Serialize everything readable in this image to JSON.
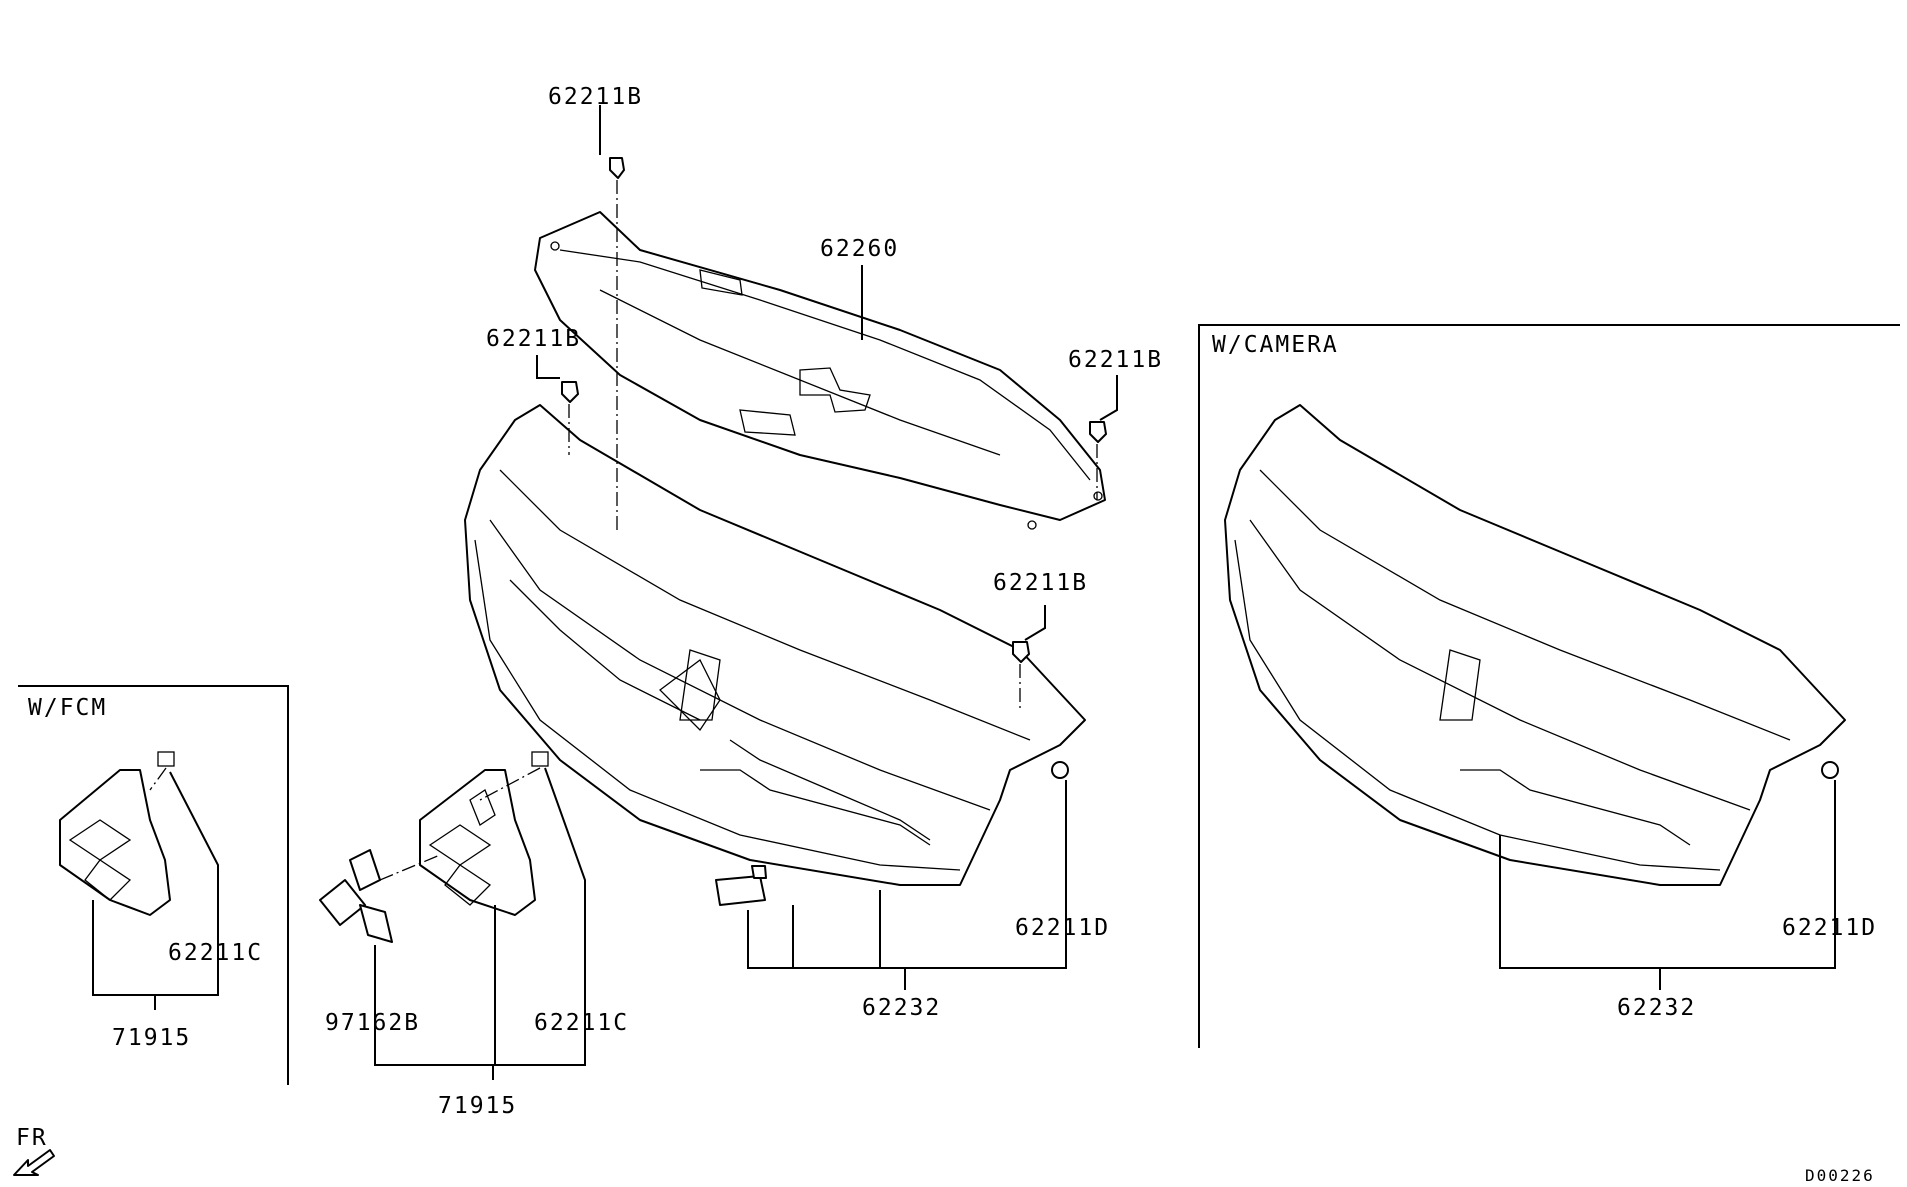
{
  "labels": {
    "clip_top": "62211B",
    "plate": "62260",
    "clip_left": "62211B",
    "clip_right_upper": "62211B",
    "clip_right_lower": "62211B",
    "camera_header": "W/CAMERA",
    "fcm_header": "W/FCM",
    "fcm_clip": "62211C",
    "fcm_emblem": "71915",
    "main_clip_c": "62211C",
    "main_emblem_badge": "97162B",
    "main_emblem": "71915",
    "main_clip_d": "62211D",
    "main_grille": "62232",
    "camera_clip_d": "62211D",
    "camera_grille": "62232",
    "front_indicator": "FR",
    "diagram_code": "D00226"
  }
}
